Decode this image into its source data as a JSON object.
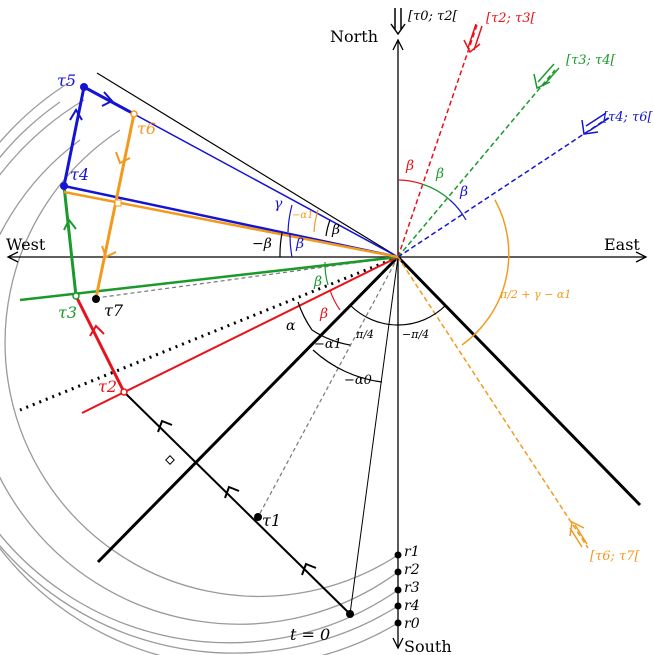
{
  "directions": {
    "north": "North",
    "south": "South",
    "east": "East",
    "west": "West"
  },
  "wind_labels": {
    "w1": "[τ0; τ2[",
    "w2": "[τ2; τ3[",
    "w3": "[τ3; τ4[",
    "w4": "[τ4; τ6[",
    "w5": "[τ6; τ7["
  },
  "tau_labels": {
    "t1": "τ1",
    "t2": "τ2",
    "t3": "τ3",
    "t4": "τ4",
    "t5": "τ5",
    "t6": "τ6",
    "t7": "τ7"
  },
  "start_label": "t = 0",
  "radius_labels": [
    "r1",
    "r2",
    "r3",
    "r4",
    "r0"
  ],
  "angle_labels": {
    "beta": "β",
    "minus_beta": "−β",
    "gamma": "γ",
    "minus_alpha1_orange": "−α1",
    "alpha": "α",
    "minus_alpha1": "−α1",
    "minus_alpha0": "−α0",
    "pi4": "π/4",
    "minus_pi4": "−π/4",
    "orange_angle": "π/2 + γ − α1"
  },
  "colors": {
    "black": "#000000",
    "red": "#e8121a",
    "green": "#1a9a2a",
    "blue": "#1414d2",
    "orange": "#f39a1e",
    "gray": "#9a9a9a"
  }
}
